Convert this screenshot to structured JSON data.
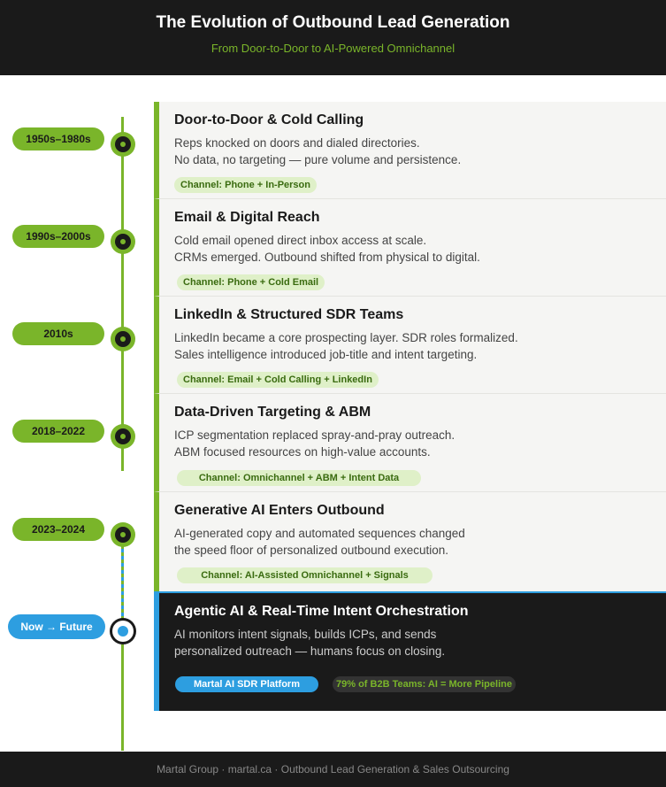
{
  "header": {
    "title": "The Evolution of Outbound Lead Generation",
    "subtitle": "From Door-to-Door to AI-Powered Omnichannel"
  },
  "eras": [
    {
      "period": "1950s–1980s",
      "title": "Door-to-Door & Cold Calling",
      "desc1": "Reps knocked on doors and dialed directories.",
      "desc2": "No data, no targeting — pure volume and persistence.",
      "channel": "Channel: Phone + In-Person"
    },
    {
      "period": "1990s–2000s",
      "title": "Email & Digital Reach",
      "desc1": "Cold email opened direct inbox access at scale.",
      "desc2": "CRMs emerged. Outbound shifted from physical to digital.",
      "channel": "Channel: Phone + Cold Email"
    },
    {
      "period": "2010s",
      "title": "LinkedIn & Structured SDR Teams",
      "desc1": "LinkedIn became a core prospecting layer. SDR roles formalized.",
      "desc2": "Sales intelligence introduced job-title and intent targeting.",
      "channel": "Channel: Email + Cold Calling + LinkedIn"
    },
    {
      "period": "2018–2022",
      "title": "Data-Driven Targeting & ABM",
      "desc1": "ICP segmentation replaced spray-and-pray outreach.",
      "desc2": "ABM focused resources on high-value accounts.",
      "channel": "Channel: Omnichannel + ABM + Intent Data"
    },
    {
      "period": "2023–2024",
      "title": "Generative AI Enters Outbound",
      "desc1": "AI-generated copy and automated sequences changed",
      "desc2": "the speed floor of personalized outbound execution.",
      "channel": "Channel: AI-Assisted Omnichannel + Signals"
    }
  ],
  "future": {
    "period": "Now → Future",
    "title": "Agentic AI & Real-Time Intent Orchestration",
    "desc1": "AI monitors intent signals, builds ICPs, and sends",
    "desc2": "personalized outreach — humans focus on closing.",
    "platform": "Martal AI SDR Platform",
    "stat": "79% of B2B Teams: AI = More Pipeline"
  },
  "footer": {
    "text": "Martal Group · martal.ca · Outbound Lead Generation & Sales Outsourcing"
  },
  "colors": {
    "accent_green": "#7ab52a",
    "accent_blue": "#2d9ee0",
    "dark": "#1a1a1a",
    "card_bg": "#f5f5f3"
  }
}
